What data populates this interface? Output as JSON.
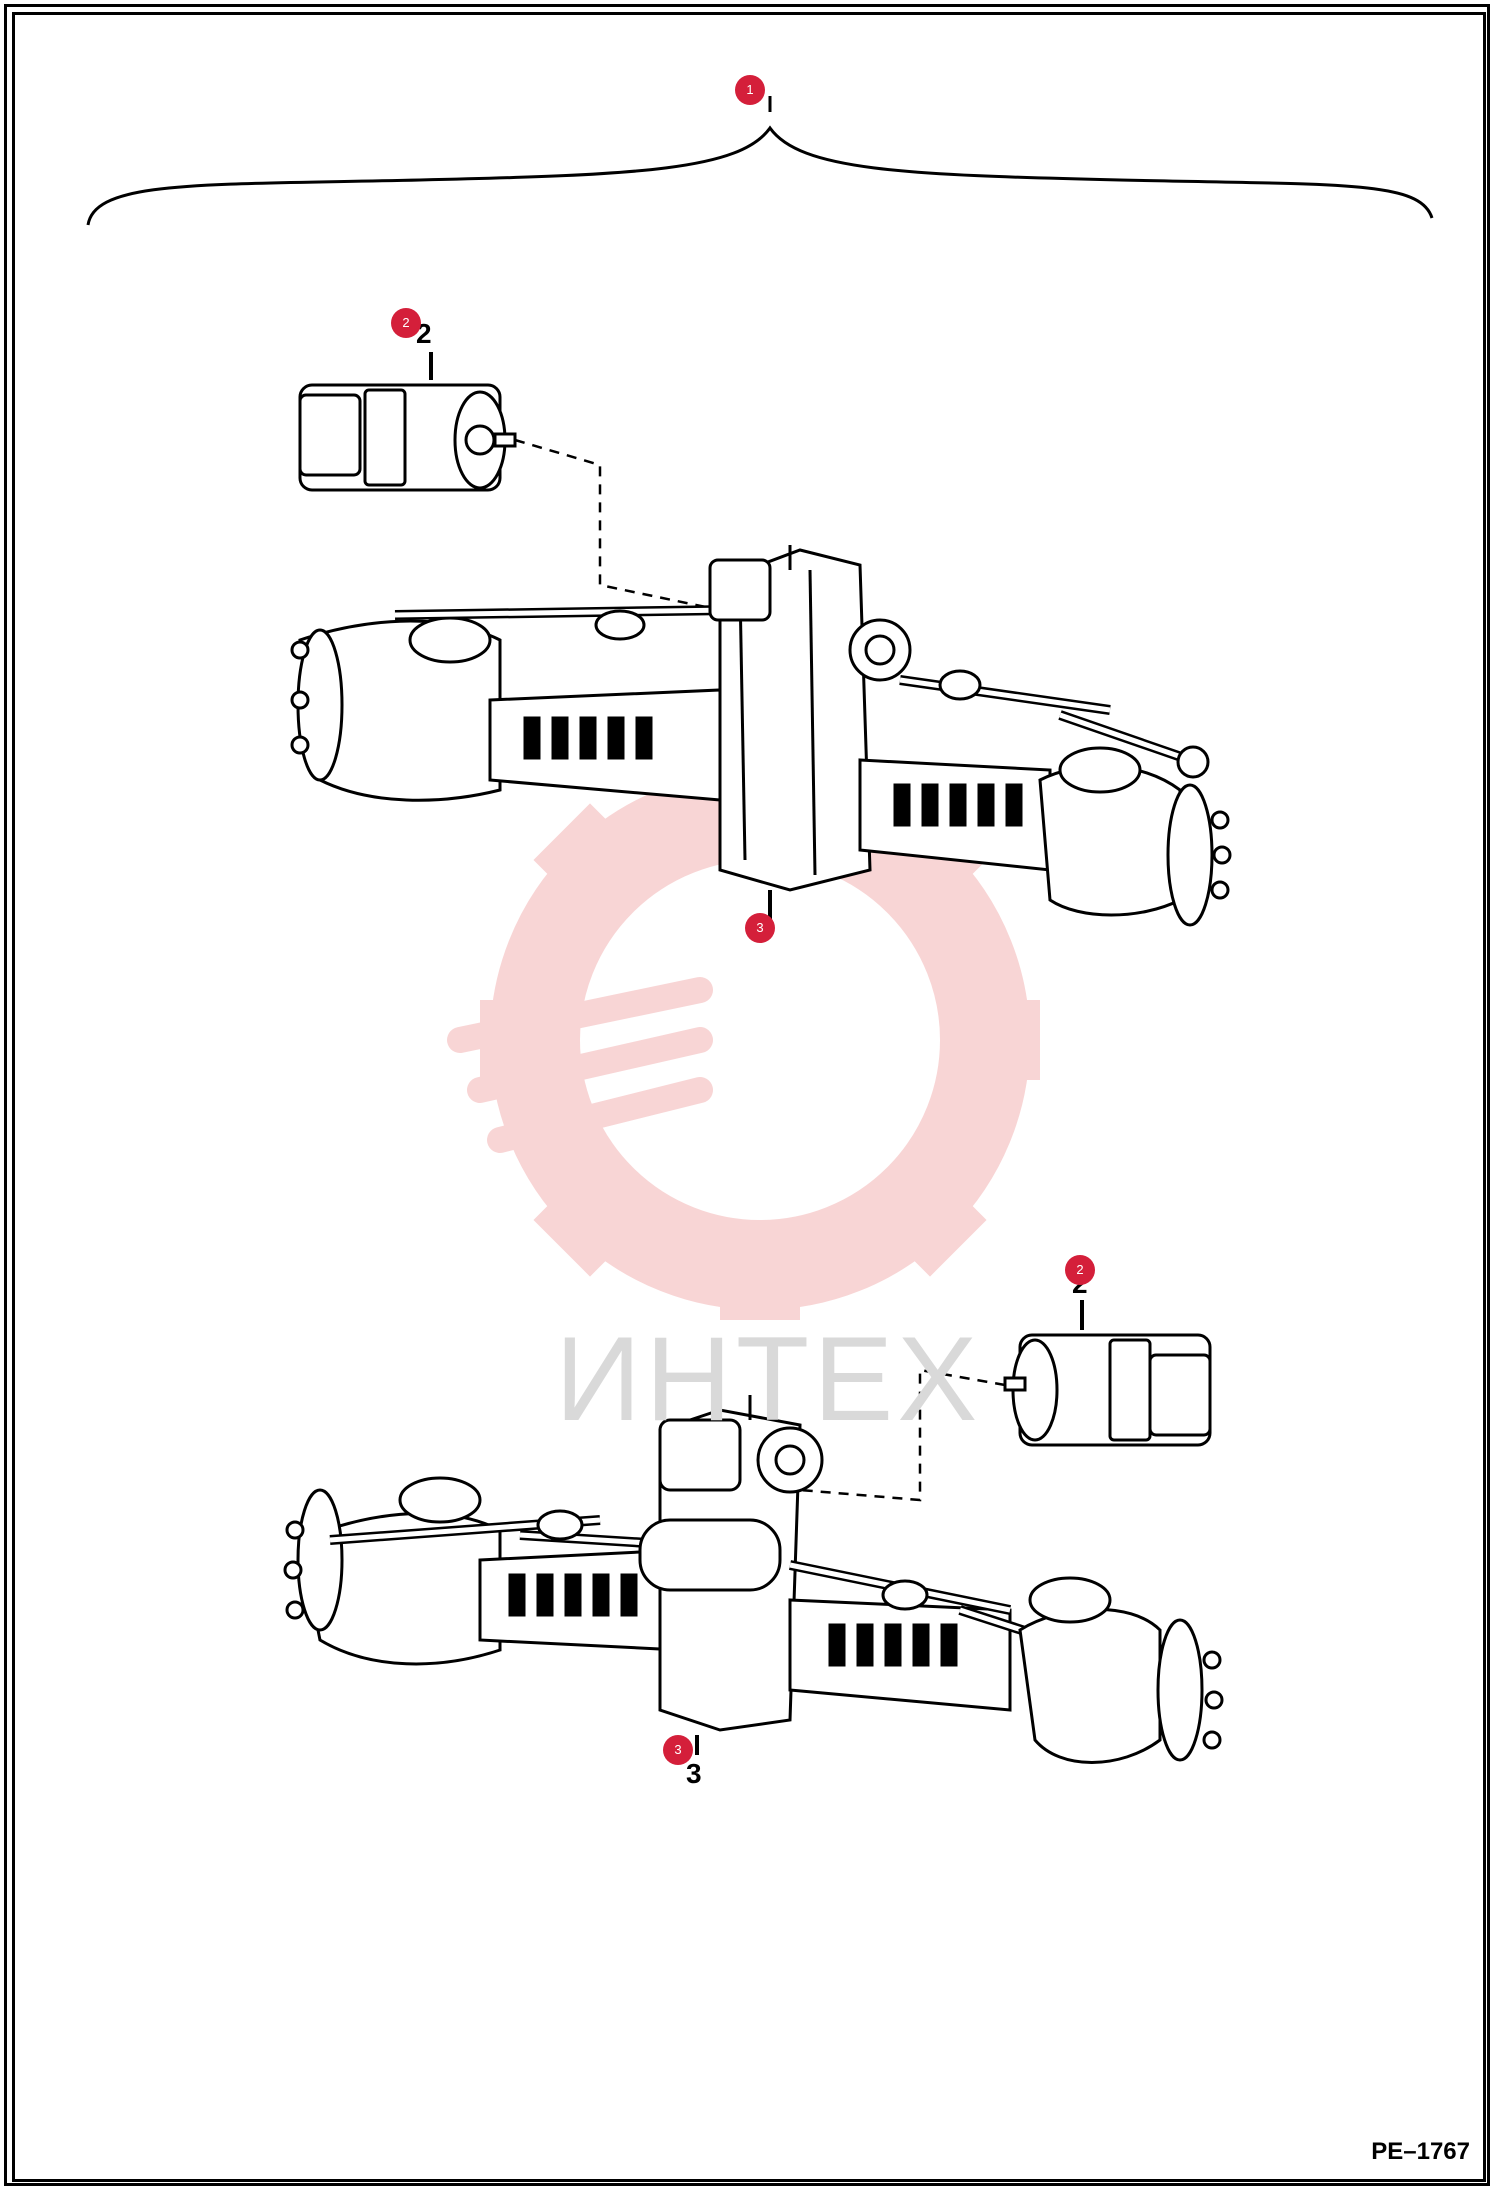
{
  "callouts": {
    "c1": "1",
    "c2_top": "2",
    "c3_top": "3",
    "c2_bottom": "2",
    "c3_bottom": "3"
  },
  "part_numbers": {
    "p2_top": "2",
    "p3_bottom": "3",
    "p2_bottom": "2"
  },
  "watermark": {
    "text": "ИНТЕХ"
  },
  "figure_code": "PE–1767",
  "colors": {
    "callout": "#d41f3a",
    "watermark": "#f3c7c7"
  }
}
